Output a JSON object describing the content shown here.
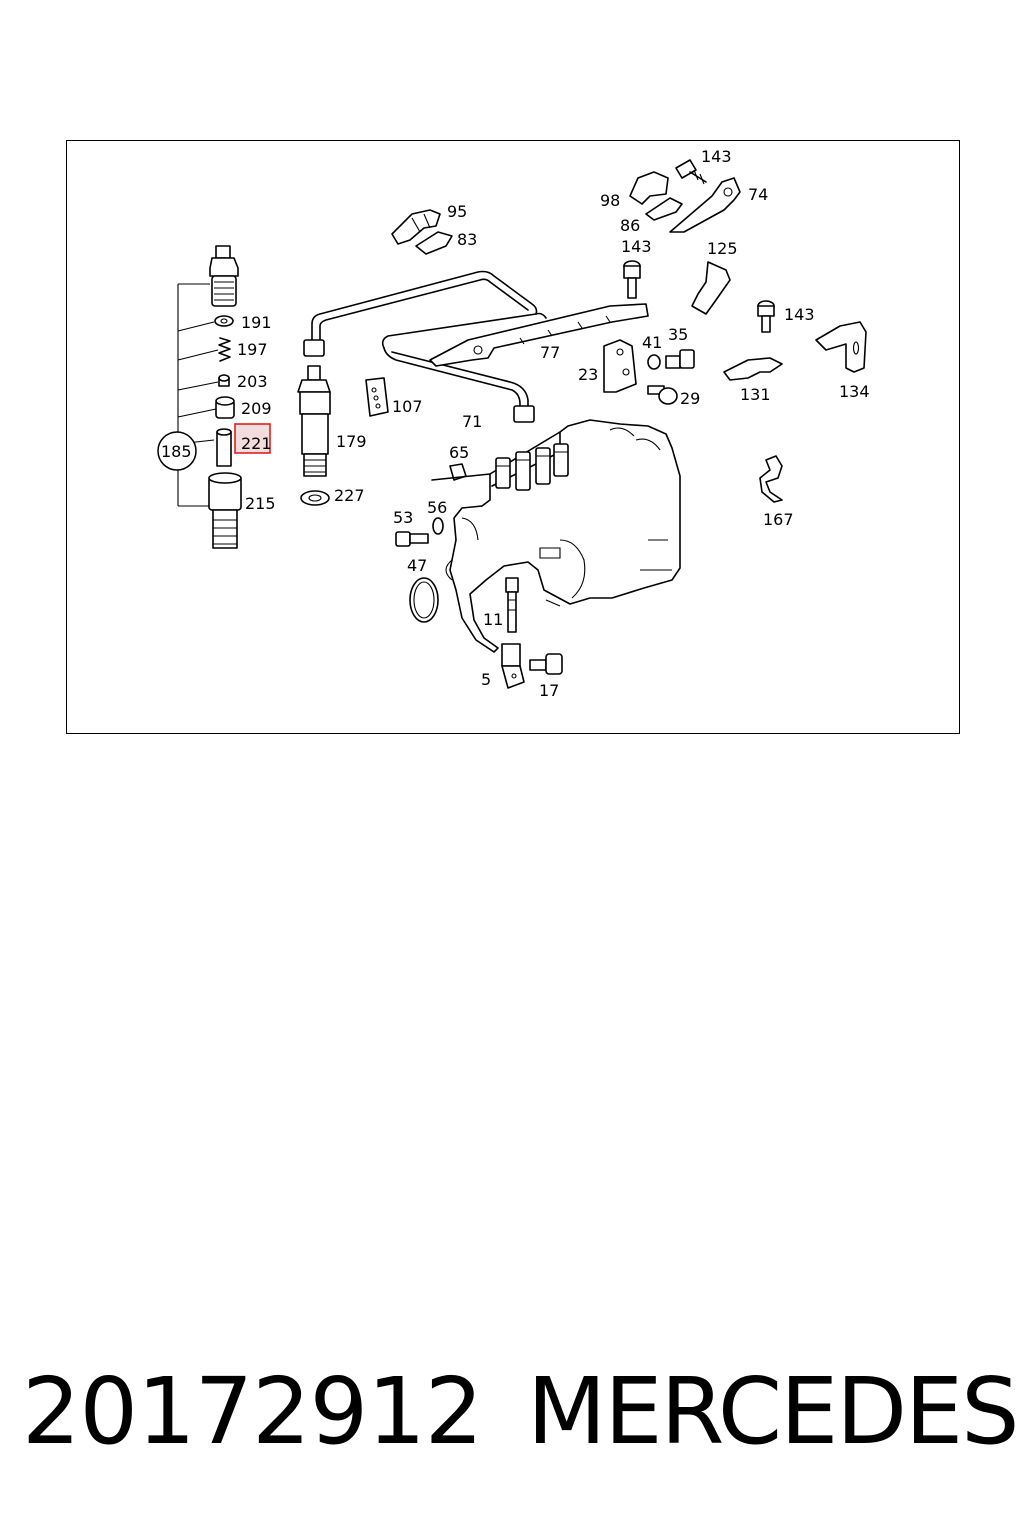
{
  "diagram": {
    "labels": {
      "l143a": "143",
      "l98": "98",
      "l74": "74",
      "l86": "86",
      "l95": "95",
      "l83": "83",
      "l143b": "143",
      "l125": "125",
      "l143c": "143",
      "l134": "134",
      "l191": "191",
      "l197": "197",
      "l203": "203",
      "l209": "209",
      "l221": "221",
      "l185": "185",
      "l215": "215",
      "l179": "179",
      "l107": "107",
      "l227": "227",
      "l77": "77",
      "l71": "71",
      "l41": "41",
      "l35": "35",
      "l23": "23",
      "l29": "29",
      "l131": "131",
      "l65": "65",
      "l53": "53",
      "l56": "56",
      "l47": "47",
      "l11": "11",
      "l5": "5",
      "l17": "17",
      "l167": "167"
    },
    "highlight_color": "#e02020",
    "highlighted_label": "221"
  },
  "footer": {
    "part_number": "20172912",
    "brand": "MERCEDES"
  }
}
